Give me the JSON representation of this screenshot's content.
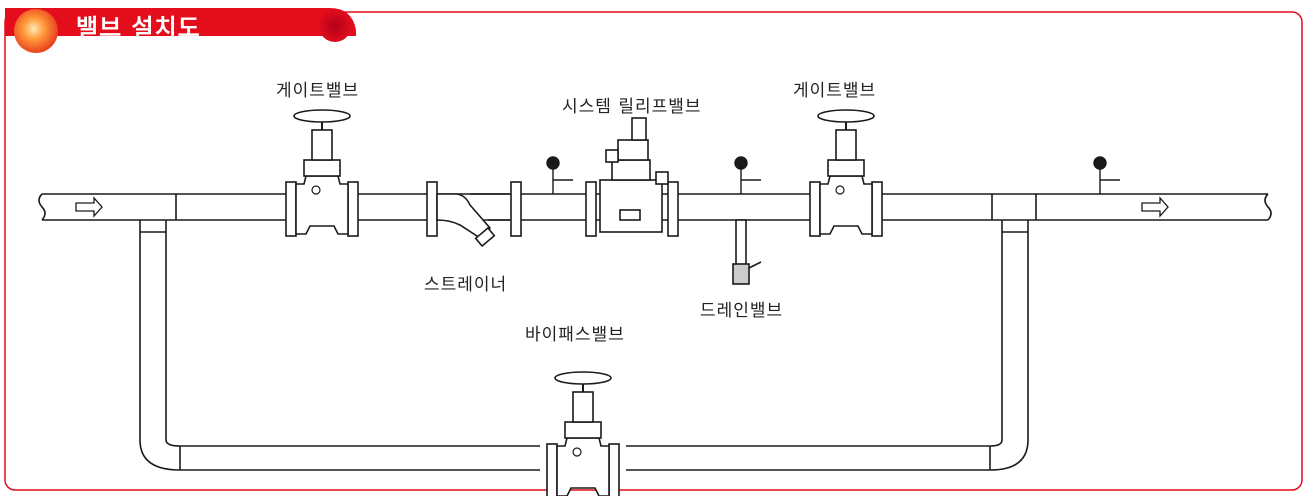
{
  "header": {
    "title": "밸브 설치도"
  },
  "labels": {
    "gate_valve_left": "게이트밸브",
    "relief_valve": "시스템 릴리프밸브",
    "gate_valve_right": "게이트밸브",
    "strainer": "스트레이너",
    "drain_valve": "드레인밸브",
    "bypass_valve": "바이패스밸브"
  },
  "colors": {
    "accent": "#e30d1c",
    "line": "#1a1a1a"
  }
}
